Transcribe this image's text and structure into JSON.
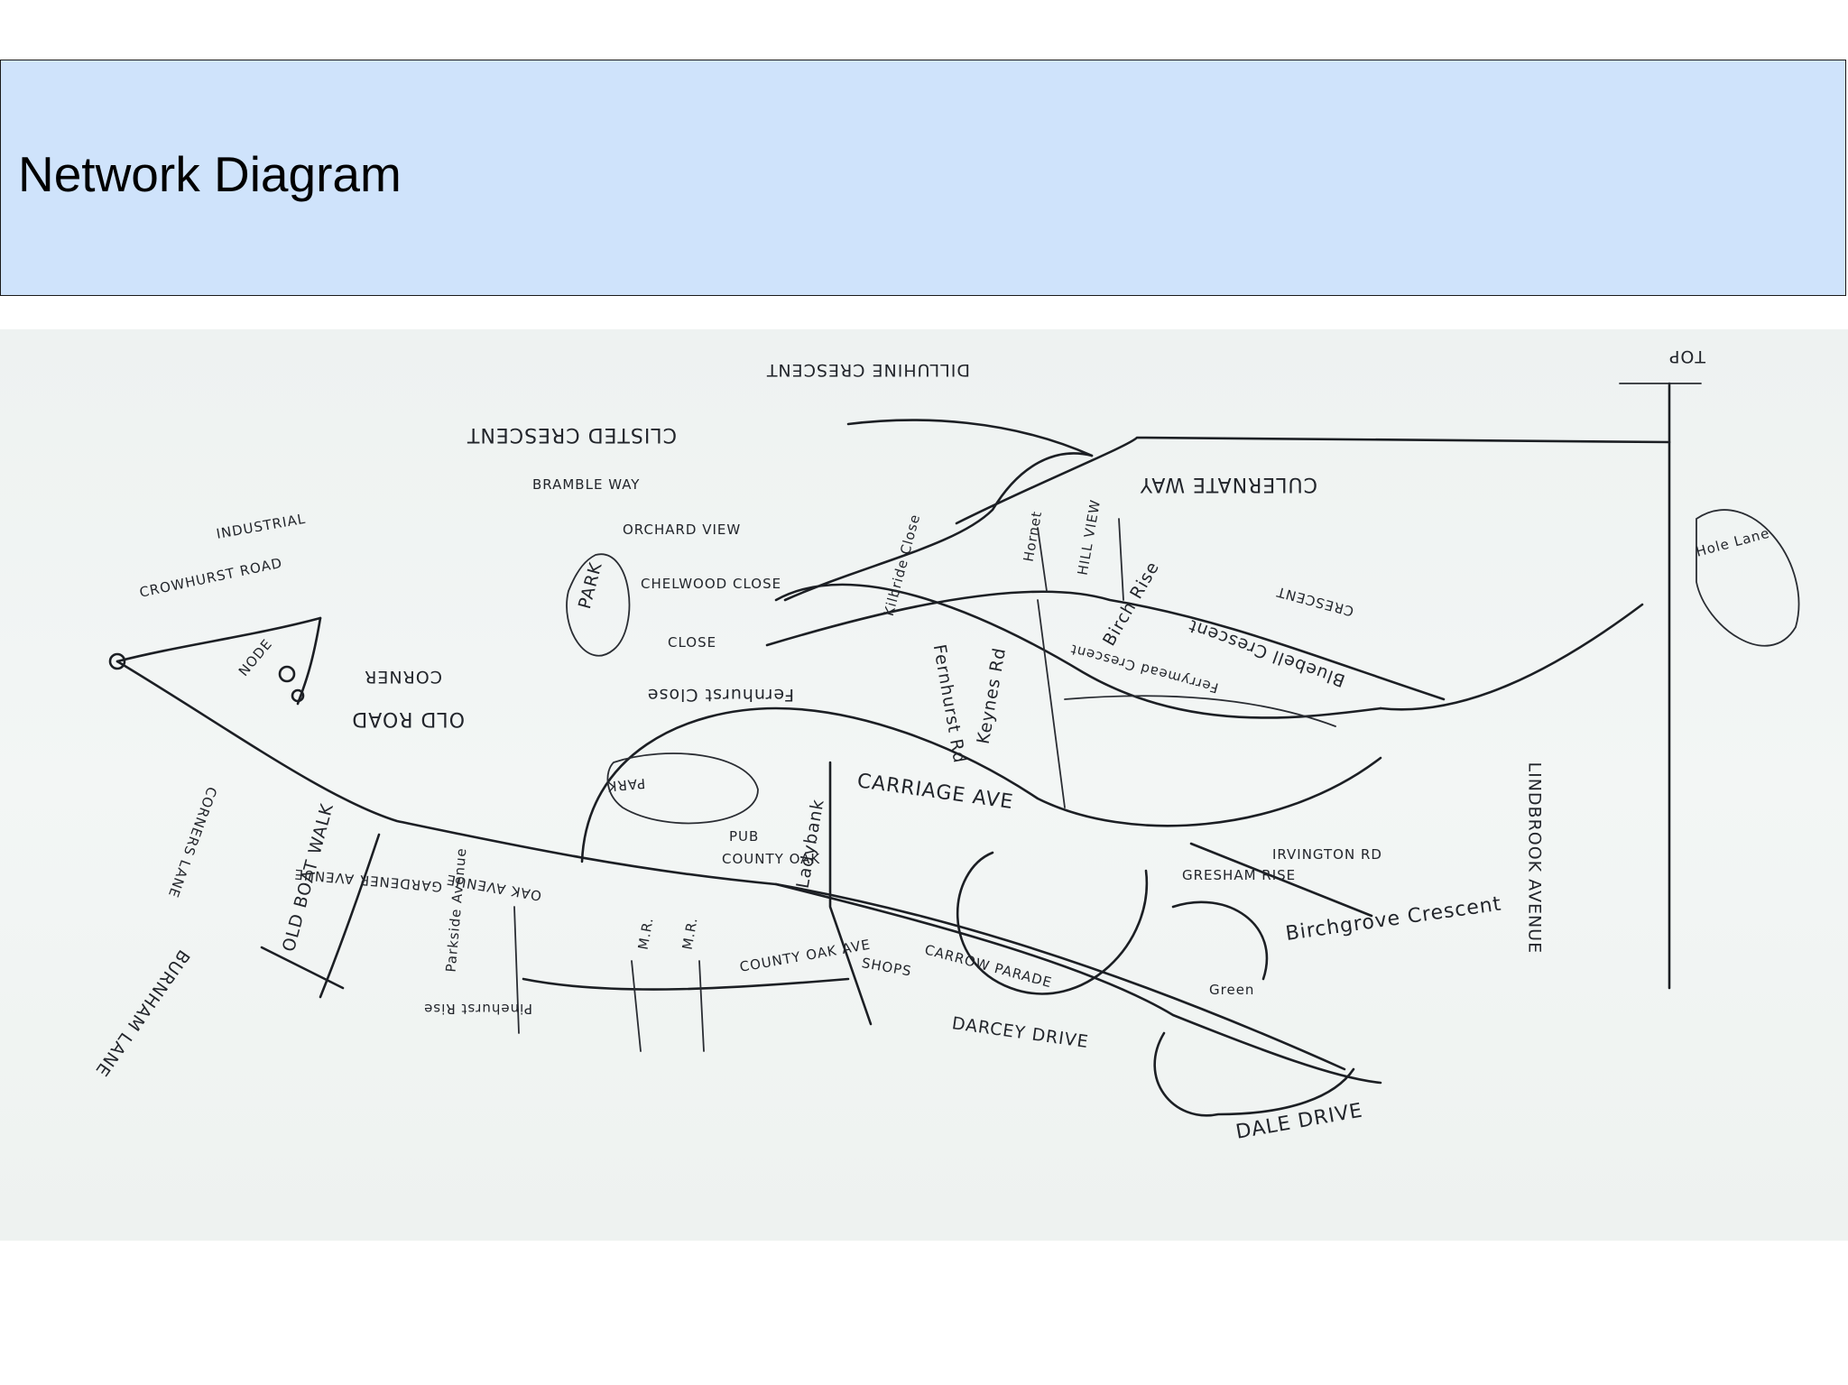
{
  "slide": {
    "title": "Network Diagram"
  },
  "sketch": {
    "labels": {
      "clisted_crescent": "CLISTED CRESCENT",
      "dilluhine_crescent": "DILLUHINE CRESCENT",
      "culernate_way": "CULERNATE WAY",
      "bramble_way": "BRAMBLE WAY",
      "orchard_view": "ORCHARD VIEW",
      "chelwood_close": "CHELWOOD CLOSE",
      "close": "CLOSE",
      "park_oval": "PARK",
      "industrial": "INDUSTRIAL",
      "crowhurst_road": "CROWHURST ROAD",
      "node": "NODE",
      "old_road": "OLD ROAD",
      "corner": "CORNER",
      "old_boat_walk": "OLD BOAT WALK",
      "corners_lane": "CORNERS LANE",
      "burnham_lane": "BURNHAM LANE",
      "gardener_avenue": "GARDENER AVENUE",
      "oak_avenue": "OAK AVENUE",
      "park_circle": "PARK",
      "pub": "PUB",
      "county_oak": "COUNTY OAK",
      "carriage_ave": "CARRIAGE AVE",
      "fernhurst_close": "Fernhurst Close",
      "kilbride_close": "Kilbride Close",
      "fernhurst_rd": "Fernhurst Rd",
      "keynes_rd": "Keynes Rd",
      "hornet": "Hornet",
      "hill_view": "HILL VIEW",
      "birch_rise": "Birch Rise",
      "ferrymead_crescent": "Ferrymead Crescent",
      "bluebell_crescent": "Bluebell Crescent",
      "crescent": "CRESCENT",
      "parkside_avenue": "Parkside Avenue",
      "pinehurst_rise": "Pinehurst Rise",
      "mr_1": "M.R.",
      "mr_2": "M.R.",
      "county_oak_ave": "COUNTY OAK AVE",
      "ladybank": "Ladybank",
      "shops": "SHOPS",
      "darcey_drive": "DARCEY DRIVE",
      "dale_drive": "DALE DRIVE",
      "carrow_parade": "CARROW PARADE",
      "green": "Green",
      "brayton_rd": "IRVINGTON RD",
      "gresham_rise": "GRESHAM RISE",
      "birchgrove_crescent": "Birchgrove Crescent",
      "lindbrook_avenue": "LINDBROOK AVENUE",
      "hoe_lane": "Hole Lane",
      "top_right": "TOP"
    }
  }
}
